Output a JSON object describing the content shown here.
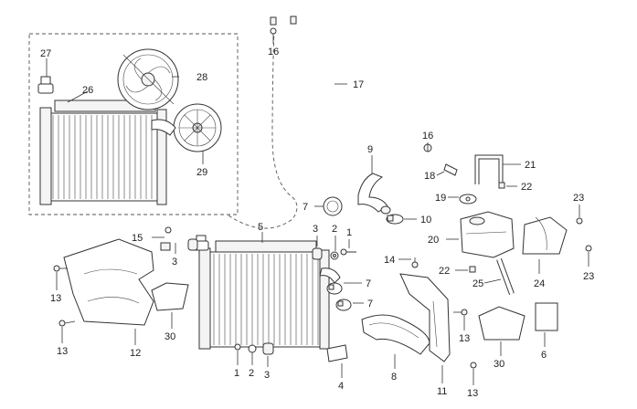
{
  "callouts": {
    "c1a": "1",
    "c1b": "1",
    "c2a": "2",
    "c2b": "2",
    "c3a": "3",
    "c3b": "3",
    "c3c": "3",
    "c4": "4",
    "c5": "5",
    "c6": "6",
    "c7a": "7",
    "c7b": "7",
    "c7c": "7",
    "c8": "8",
    "c9": "9",
    "c10": "10",
    "c11": "11",
    "c12": "12",
    "c13a": "13",
    "c13b": "13",
    "c13c": "13",
    "c13d": "13",
    "c14": "14",
    "c15": "15",
    "c16a": "16",
    "c16b": "16",
    "c17": "17",
    "c18": "18",
    "c19": "19",
    "c20": "20",
    "c21": "21",
    "c22a": "22",
    "c22b": "22",
    "c23a": "23",
    "c23b": "23",
    "c24": "24",
    "c25": "25",
    "c26": "26",
    "c27": "27",
    "c28": "28",
    "c29": "29",
    "c30a": "30",
    "c30b": "30"
  }
}
